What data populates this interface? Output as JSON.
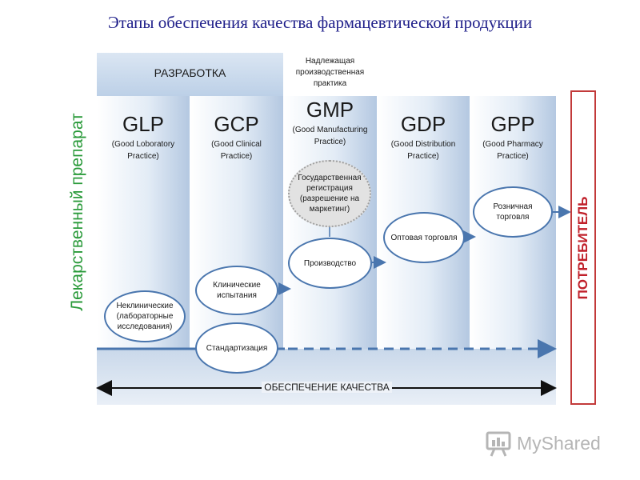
{
  "title": "Этапы обеспечения качества фармацевтической продукции",
  "side_label": "Лекарственный препарат",
  "development_header": "РАЗРАБОТКА",
  "gmp_header": [
    "Надлежащая",
    "производственная",
    "практика"
  ],
  "columns": [
    {
      "code": "GLP",
      "desc": [
        "(Good Loboratory",
        "Practice)"
      ]
    },
    {
      "code": "GCP",
      "desc": [
        "(Good Clinical",
        "Practice)"
      ]
    },
    {
      "code": "GMP",
      "desc": [
        "(Good Manufacturing",
        "Practice)"
      ]
    },
    {
      "code": "GDP",
      "desc": [
        "(Good Distribution",
        "Practice)"
      ]
    },
    {
      "code": "GPP",
      "desc": [
        "(Good Pharmacy",
        "Practice)"
      ]
    }
  ],
  "nodes": {
    "preclinical": [
      "Неклинические",
      "(лабораторные",
      "исследования)"
    ],
    "clinical": [
      "Клинические",
      "испытания"
    ],
    "standardization": [
      "Стандартизация"
    ],
    "registration": [
      "Государственная",
      "регистрация",
      "(разрешение на",
      "маркетинг)"
    ],
    "production": [
      "Производство"
    ],
    "wholesale": [
      "Оптовая торговля"
    ],
    "retail": [
      "Розничная торговля"
    ]
  },
  "consumer": "ПОТРЕБИТЕЛЬ",
  "quality_assurance": "ОБЕСПЕЧЕНИЕ КАЧЕСТВА",
  "watermark": "MyShared",
  "colors": {
    "title": "#1f1f8a",
    "arrow": "#4a76ae",
    "consumer": "#c0202a",
    "side_label": "#2a9a3a"
  }
}
